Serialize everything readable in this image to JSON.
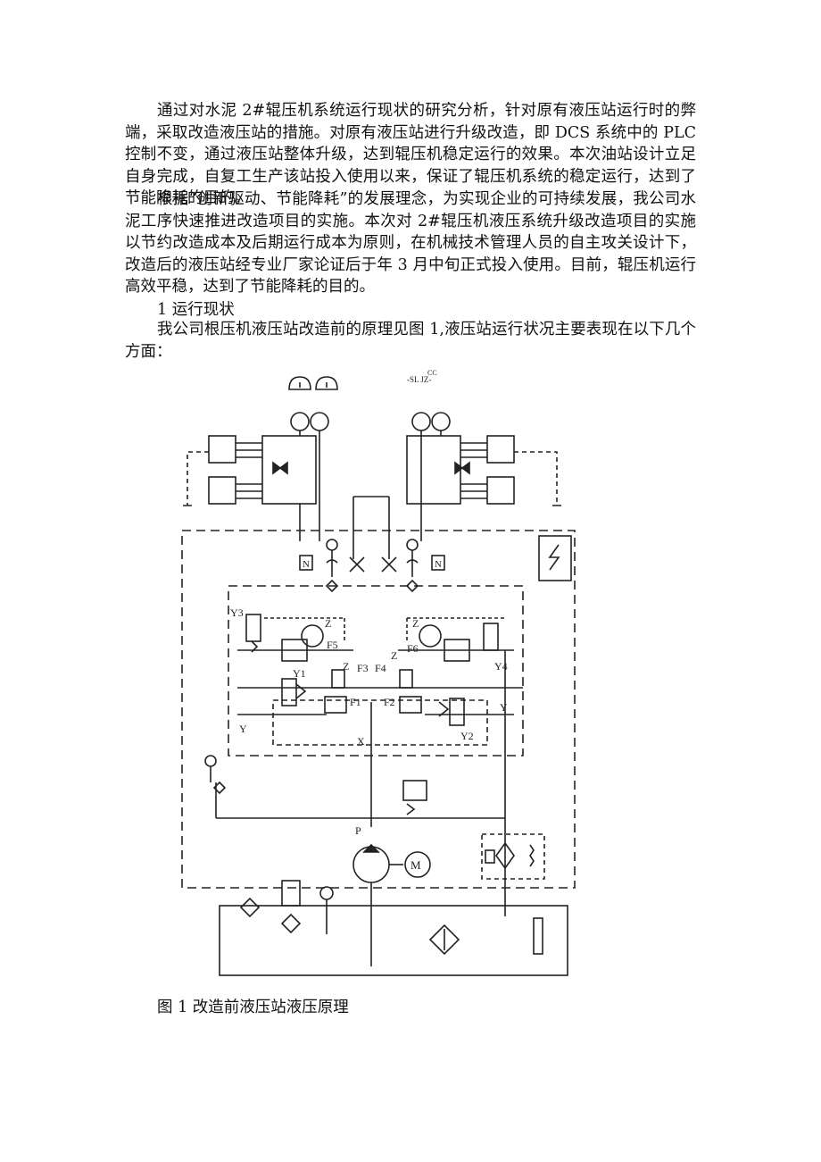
{
  "paragraphs": [
    "通过对水泥 2#辊压机系统运行现状的研究分析，针对原有液压站运行时的弊端，采取改造液压站的措施。对原有液压站进行升级改造，即 DCS 系统中的 PLC 控制不变，通过液压站整体升级，达到辊压机稳定运行的效果。本次油站设计立足自身完成，自复工生产该站投入使用以来，保证了辊压机系统的稳定运行，达到了节能降耗的目的。",
    "根据“创新驱动、节能降耗”的发展理念，为实现企业的可持续发展，我公司水泥工序快速推进改造项目的实施。本次对 2#辊压机液压系统升级改造项目的实施以节约改造成本及后期运行成本为原则，在机械技术管理人员的自主攻关设计下，改造后的液压站经专业厂家论证后于年 3 月中旬正式投入使用。目前，辊压机运行高效平稳，达到了节能降耗的目的。"
  ],
  "section_heading": "1 运行现状",
  "intro_paragraph": "我公司根压机液压站改造前的原理见图 1,液压站运行状况主要表现在以下几个方面：",
  "figure": {
    "top_label_1": "-SL JZ-",
    "top_label_2": "CC",
    "labels": {
      "y3": "Y3",
      "y1": "Y1",
      "y2": "Y2",
      "y4": "Y4",
      "f1": "F1",
      "f2": "F2",
      "f3": "F3",
      "f4": "F4",
      "f5": "F5",
      "f6": "F6",
      "z1": "Z",
      "z2": "Z",
      "z3": "Z",
      "z4": "Z",
      "y_left": "Y",
      "y_right": "Y",
      "x": "X",
      "p": "P",
      "m": "M",
      "n1": "N",
      "n2": "N"
    }
  },
  "caption": "图 1 改造前液压站液压原理"
}
